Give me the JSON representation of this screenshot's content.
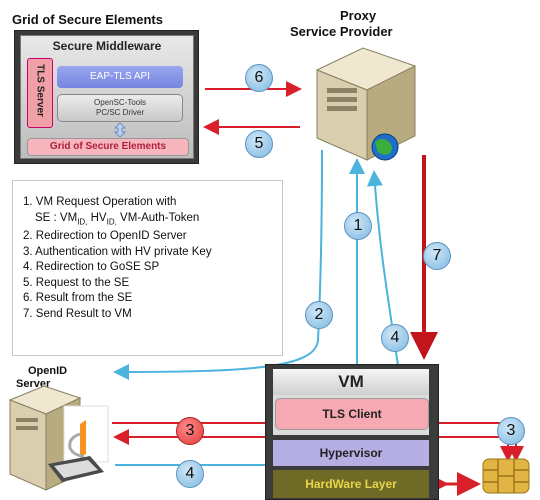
{
  "gose": {
    "title": "Grid of Secure Elements",
    "middleware_title": "Secure Middleware",
    "tls_server": "TLS Server",
    "eap_api": "EAP-TLS API",
    "opensc_line1": "OpenSC-Tools",
    "opensc_line2": "PC/SC Driver",
    "bar_label": "Grid of Secure Elements"
  },
  "proxy": {
    "line1": "Proxy",
    "line2": "Service Provider"
  },
  "openid": {
    "line1": "OpenID",
    "line2": "Server"
  },
  "vm": {
    "title": "VM",
    "tls_client": "TLS Client",
    "hypervisor": "Hypervisor",
    "hardware": "HardWare Layer"
  },
  "legend": {
    "item1_line1": "1. VM Request Operation with",
    "item1_line2_prefix": "SE : VM",
    "item1_sub1": "ID,",
    "item1_mid": " HV",
    "item1_sub2": "ID,",
    "item1_suffix": " VM-Auth-Token",
    "item2": "2. Redirection to OpenID Server",
    "item3": "3. Authentication with HV private Key",
    "item4": "4. Redirection to GoSE SP",
    "item5": "5. Request to the SE",
    "item6": "6. Result from the SE",
    "item7": "7. Send Result to VM"
  },
  "steps": {
    "s1": "1",
    "s2": "2",
    "s3a": "3",
    "s3b": "3",
    "s4a": "4",
    "s4b": "4",
    "s5": "5",
    "s6": "6",
    "s7": "7"
  },
  "colors": {
    "blue_arrow": "#4ab3de",
    "red_arrow": "#d9202a",
    "dark_red_arrow": "#c2141c"
  }
}
